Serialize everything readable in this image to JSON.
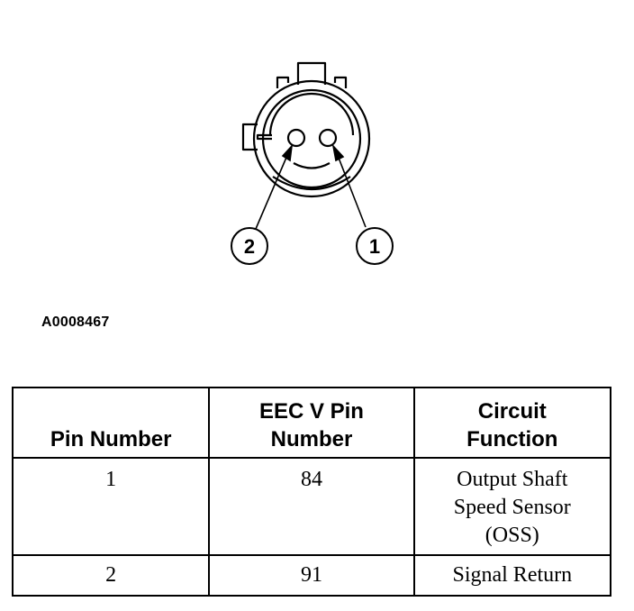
{
  "diagram": {
    "callouts": [
      "2",
      "1"
    ]
  },
  "figure_id": "A0008467",
  "table": {
    "headers": [
      [
        "Pin Number"
      ],
      [
        "EEC V Pin",
        "Number"
      ],
      [
        "Circuit",
        "Function"
      ]
    ],
    "rows": [
      {
        "pin": "1",
        "eec_pin": "84",
        "function": [
          "Output Shaft",
          "Speed Sensor",
          "(OSS)"
        ]
      },
      {
        "pin": "2",
        "eec_pin": "91",
        "function": [
          "Signal Return"
        ]
      }
    ]
  }
}
